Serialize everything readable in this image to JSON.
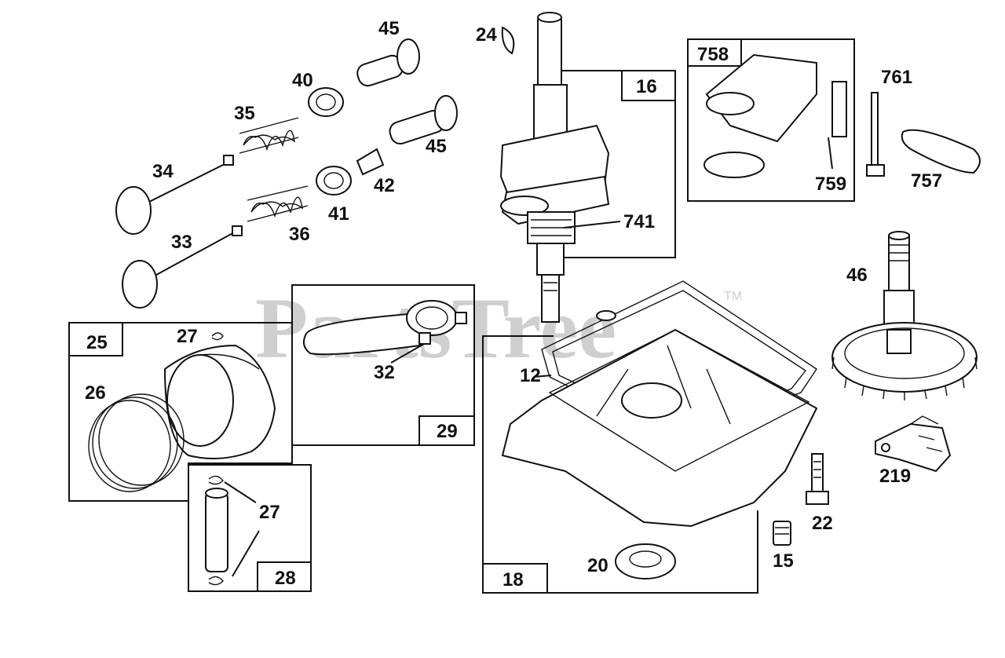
{
  "watermark": {
    "text": "PartsTree",
    "trademark": "TM"
  },
  "callouts": {
    "p45a": "45",
    "p45b": "45",
    "p40": "40",
    "p35": "35",
    "p42": "42",
    "p41": "41",
    "p34": "34",
    "p33": "33",
    "p36": "36",
    "p24": "24",
    "p741": "741",
    "p761": "761",
    "p759": "759",
    "p757": "757",
    "p46": "46",
    "p32": "32",
    "p27a": "27",
    "p27b": "27",
    "p26": "26",
    "p12": "12",
    "p219": "219",
    "p22": "22",
    "p15": "15",
    "p20": "20"
  },
  "boxes": {
    "b16": "16",
    "b758": "758",
    "b25": "25",
    "b29": "29",
    "b28": "28",
    "b18": "18"
  }
}
